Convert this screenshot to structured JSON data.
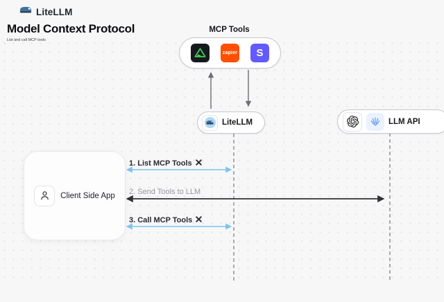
{
  "brand": {
    "name": "LiteLLM",
    "logo_icon": "train-icon"
  },
  "header": {
    "title": "Model Context Protocol",
    "subtitle": "List and call MCP tools"
  },
  "mcp_group": {
    "label": "MCP Tools",
    "tools": [
      {
        "name": "green-triangle-tool",
        "color": "#17191e",
        "accent": "#44d45f"
      },
      {
        "name": "zapier",
        "label": "zapier",
        "color": "#ff4f00"
      },
      {
        "name": "stripe",
        "label": "S",
        "color": "#635bff"
      }
    ]
  },
  "nodes": {
    "litellm": {
      "label": "LiteLLM",
      "icon": "litellm-train-icon"
    },
    "llm_api": {
      "label": "LLM API",
      "icons": [
        "openai-icon",
        "llm-provider-icon"
      ]
    },
    "client": {
      "label": "Client Side App",
      "icon": "person-icon"
    }
  },
  "sequence": {
    "steps": [
      {
        "label": "1. List MCP Tools",
        "tool_icon": true,
        "arrow_color": "#7fc4ec",
        "direction": "both"
      },
      {
        "label": "2. Send Tools to LLM",
        "tool_icon": false,
        "arrow_color": "#2e2e33",
        "direction": "both"
      },
      {
        "label": "3. Call MCP Tools",
        "tool_icon": true,
        "arrow_color": "#7fc4ec",
        "direction": "both"
      }
    ]
  },
  "colors": {
    "background": "#f7f7f8",
    "dot_grid": "#e1e1e7",
    "node_border": "#c7c7cd",
    "blue_arrow": "#7fc4ec",
    "dark_arrow": "#303035",
    "gray_arrow": "#6d6d73",
    "lifeline": "#96969c",
    "muted_label": "#97979c",
    "text": "#1c1c21"
  }
}
